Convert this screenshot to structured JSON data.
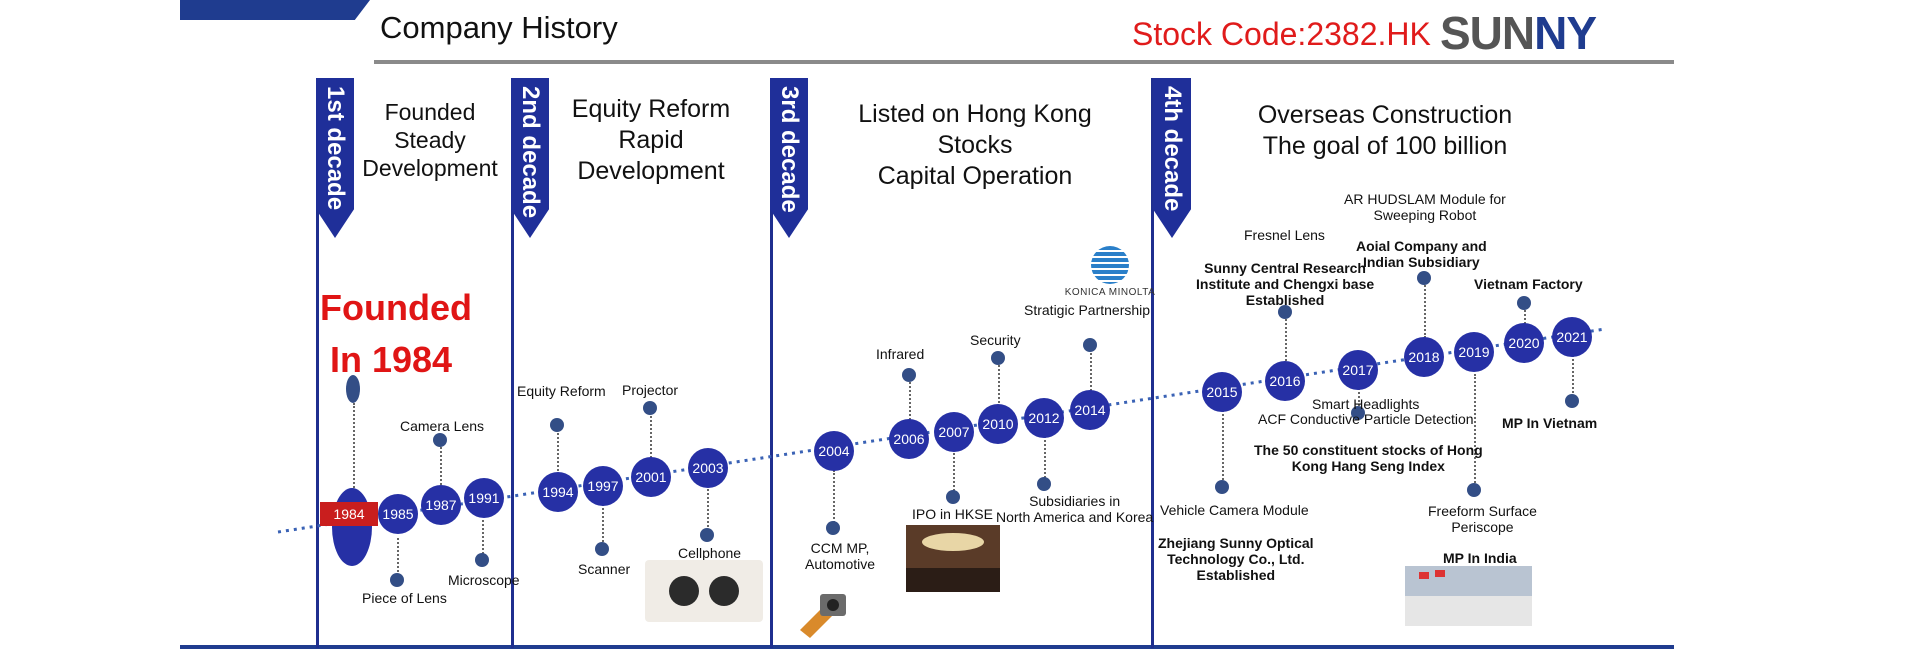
{
  "header": {
    "title": "Company History",
    "stock_code": "Stock Code:2382.HK",
    "logo_part1": "SUN",
    "logo_part2": "NY"
  },
  "decades": [
    "1st decade",
    "2nd decade",
    "3rd decade",
    "4th decade"
  ],
  "phases": {
    "p1": [
      "Founded",
      "Steady",
      "Development"
    ],
    "p2": [
      "Equity Reform",
      "Rapid",
      "Development"
    ],
    "p3": [
      "Listed on Hong Kong",
      "Stocks",
      "Capital Operation"
    ],
    "p4": [
      "Overseas Construction",
      "The goal of 100 billion"
    ]
  },
  "founded": [
    "Founded",
    "In 1984"
  ],
  "years": [
    "1984",
    "1985",
    "1987",
    "1991",
    "1994",
    "1997",
    "2001",
    "2003",
    "2004",
    "2006",
    "2007",
    "2010",
    "2012",
    "2014",
    "2015",
    "2016",
    "2017",
    "2018",
    "2019",
    "2020",
    "2021"
  ],
  "labels": {
    "camera_lens": "Camera Lens",
    "piece_of_lens": "Piece of Lens",
    "microscope": "Microscope",
    "equity_reform": "Equity Reform",
    "projector": "Projector",
    "scanner": "Scanner",
    "cellphone": "Cellphone",
    "ccm": "CCM MP,",
    "automotive": "Automotive",
    "infrared": "Infrared",
    "ipo": "IPO in HKSE",
    "security": "Security",
    "subs1": "Subsidiaries in",
    "subs2": "North America and Korea",
    "strategic": "Stratigic  Partnership",
    "konica": "KONICA MINOLTA",
    "vehicle": "Vehicle Camera Module",
    "zj1": "Zhejiang Sunny Optical",
    "zj2": "Technology Co., Ltd.",
    "zj3": "Established",
    "fresnel": "Fresnel Lens",
    "scr1": "Sunny Central Research",
    "scr2": "Institute and Chengxi base",
    "scr3": "Established",
    "smart": "Smart Headlights",
    "acf": "ACF Conductive Particle Detection",
    "hs1": "The 50 constituent stocks of Hong",
    "hs2": "Kong Hang Seng Index",
    "ar1": "AR HUDSLAM Module for",
    "ar2": "Sweeping Robot",
    "aoial1": "Aoial Company  and",
    "aoial2": "Indian Subsidiary",
    "freeform1": "Freeform Surface",
    "freeform2": "Periscope",
    "mp_india": "MP In India",
    "vietnam_factory": "Vietnam Factory",
    "mp_vietnam": "MP In Vietnam"
  },
  "colors": {
    "accent_blue": "#2630a5",
    "red": "#e01515"
  }
}
